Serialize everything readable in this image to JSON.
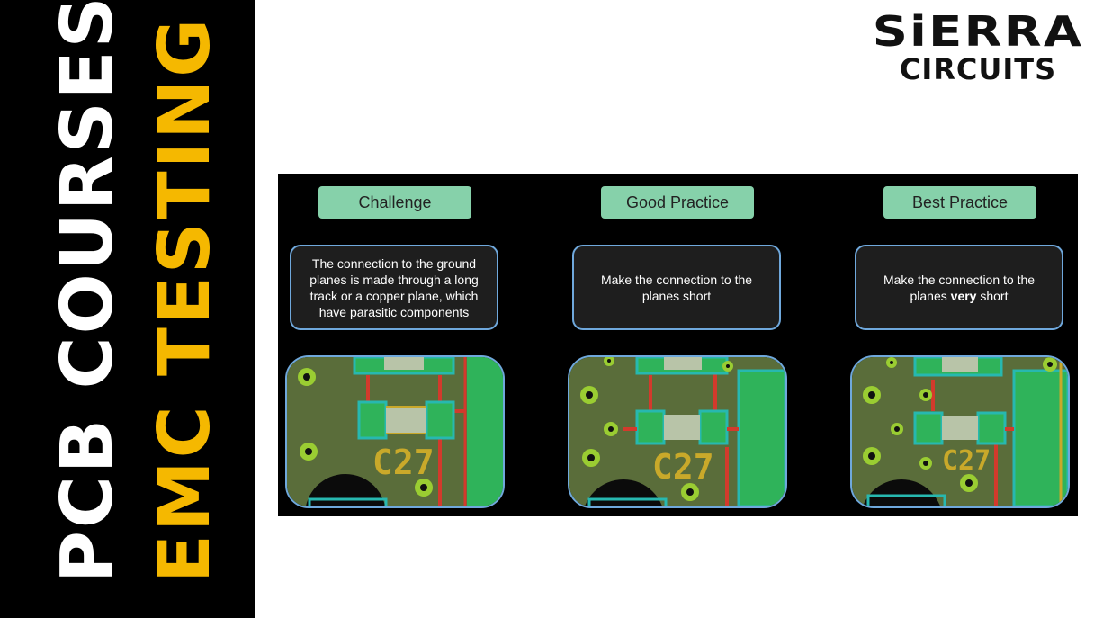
{
  "banner": {
    "line1": "PCB COURSES",
    "line2": "EMC TESTING",
    "line2_color": "#f5b800"
  },
  "logo": {
    "top": "SiERRA",
    "bottom": "CIRCUITS"
  },
  "columns": [
    {
      "tag": "Challenge",
      "description": "The connection to the ground planes is made through a long track or a copper plane, which have parasitic components",
      "component_label": "C27"
    },
    {
      "tag": "Good Practice",
      "description": "Make the connection to the planes short",
      "component_label": "C27"
    },
    {
      "tag": "Best Practice",
      "description_parts": [
        "Make the connection to the planes ",
        "very",
        " short"
      ],
      "component_label": "C27"
    }
  ],
  "colors": {
    "tag_bg": "#86d1aa",
    "box_border": "#6fa8dc",
    "pcb_board": "#5a6d3a",
    "copper_green": "#2fb35a",
    "track_red": "#d33a2c",
    "silk_yellow": "#c9a92a",
    "pad_cyan": "#27b8b0"
  }
}
